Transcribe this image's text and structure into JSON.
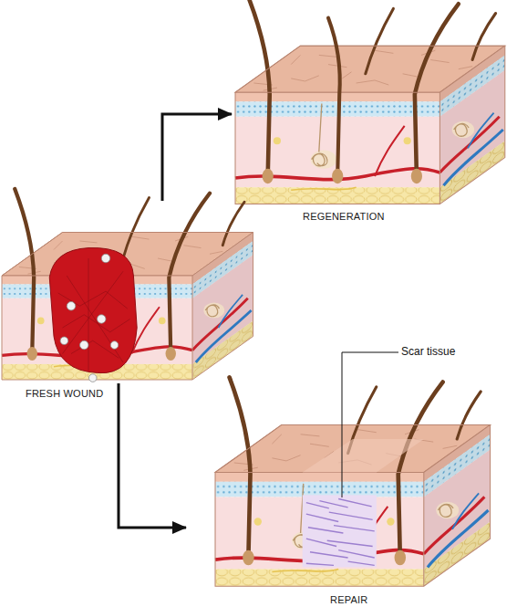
{
  "diagram": {
    "nodes": [
      {
        "text": [
          "REGENERATION"
        ]
      },
      {
        "text": [
          "FRESH WOUND"
        ]
      },
      {
        "text": [
          "REPAIR"
        ]
      }
    ],
    "edges": [
      {
        "from": 1,
        "to": 0,
        "arrow": "to"
      },
      {
        "from": 1,
        "to": 2,
        "arrow": "to"
      }
    ],
    "labels": [
      "Scar tissue"
    ]
  }
}
